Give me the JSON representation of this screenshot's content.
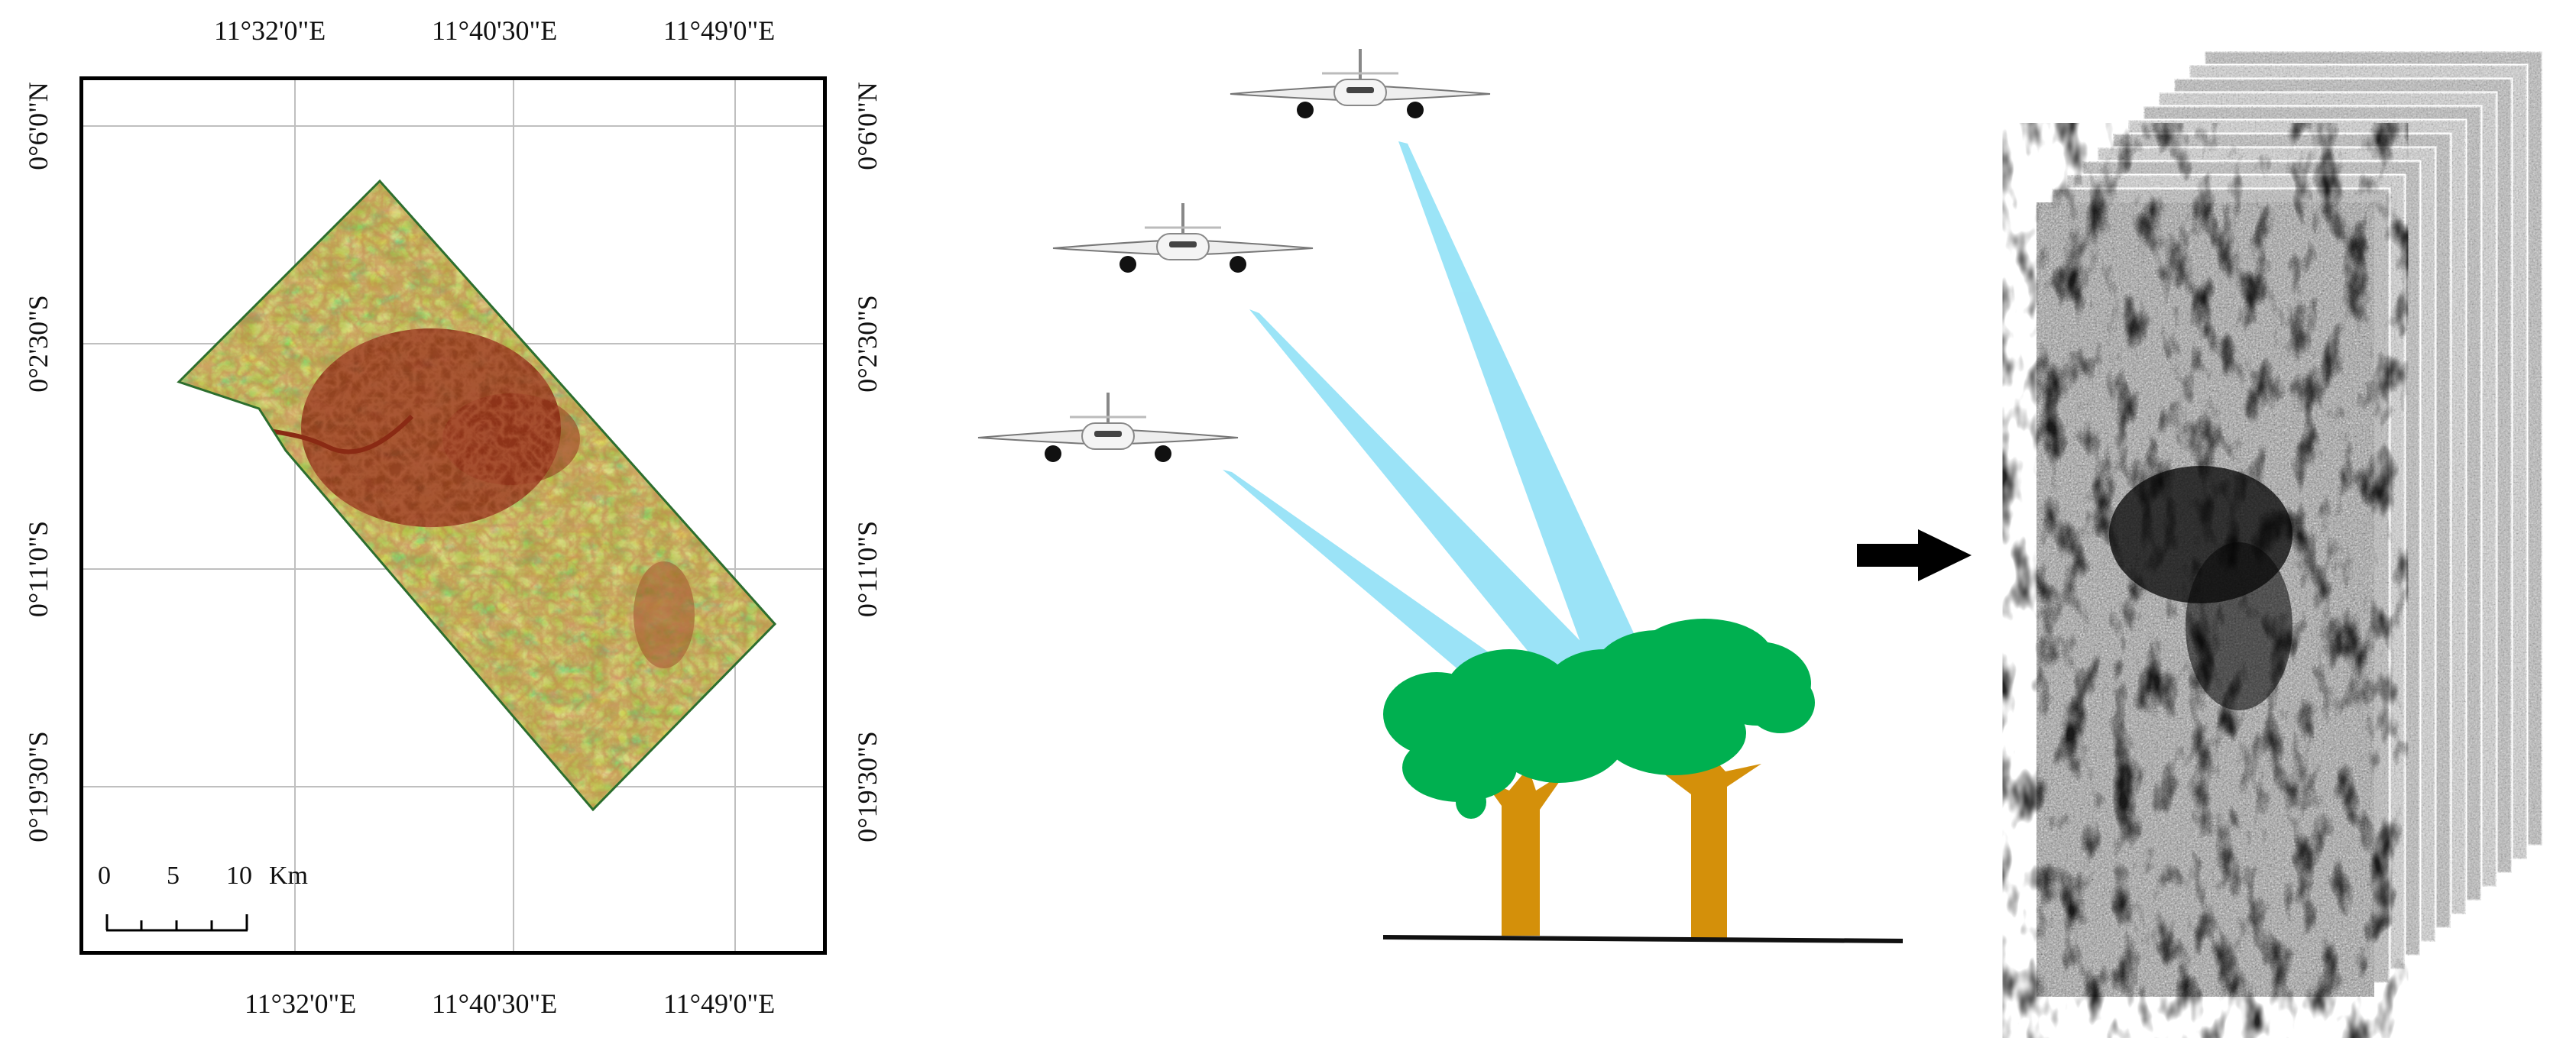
{
  "map": {
    "lon_labels": [
      "11°32'0\"E",
      "11°40'30\"E",
      "11°49'0\"E"
    ],
    "lat_labels": [
      "0°6'0\"N",
      "0°2'30\"S",
      "0°11'0\"S",
      "0°19'30\"S"
    ],
    "scale_bar": {
      "ticks": [
        "0",
        "5",
        "10"
      ],
      "unit": "Km"
    },
    "colors": {
      "forest_dark": "#1e6b2a",
      "vegetation_light": "#c8cc55",
      "bare_brown": "#8a2a14",
      "grid": "#bfbfbf"
    }
  },
  "illustration": {
    "aircraft_count": 3,
    "beam_color": "#7fdcf5",
    "tree_canopy_color": "#00b050",
    "trunk_color": "#d4900a",
    "ground_color": "#111111"
  },
  "arrow": {
    "icon": "arrow-right-icon",
    "color": "#000000"
  },
  "image_stack": {
    "layer_count": 12,
    "tone": "grayscale"
  }
}
